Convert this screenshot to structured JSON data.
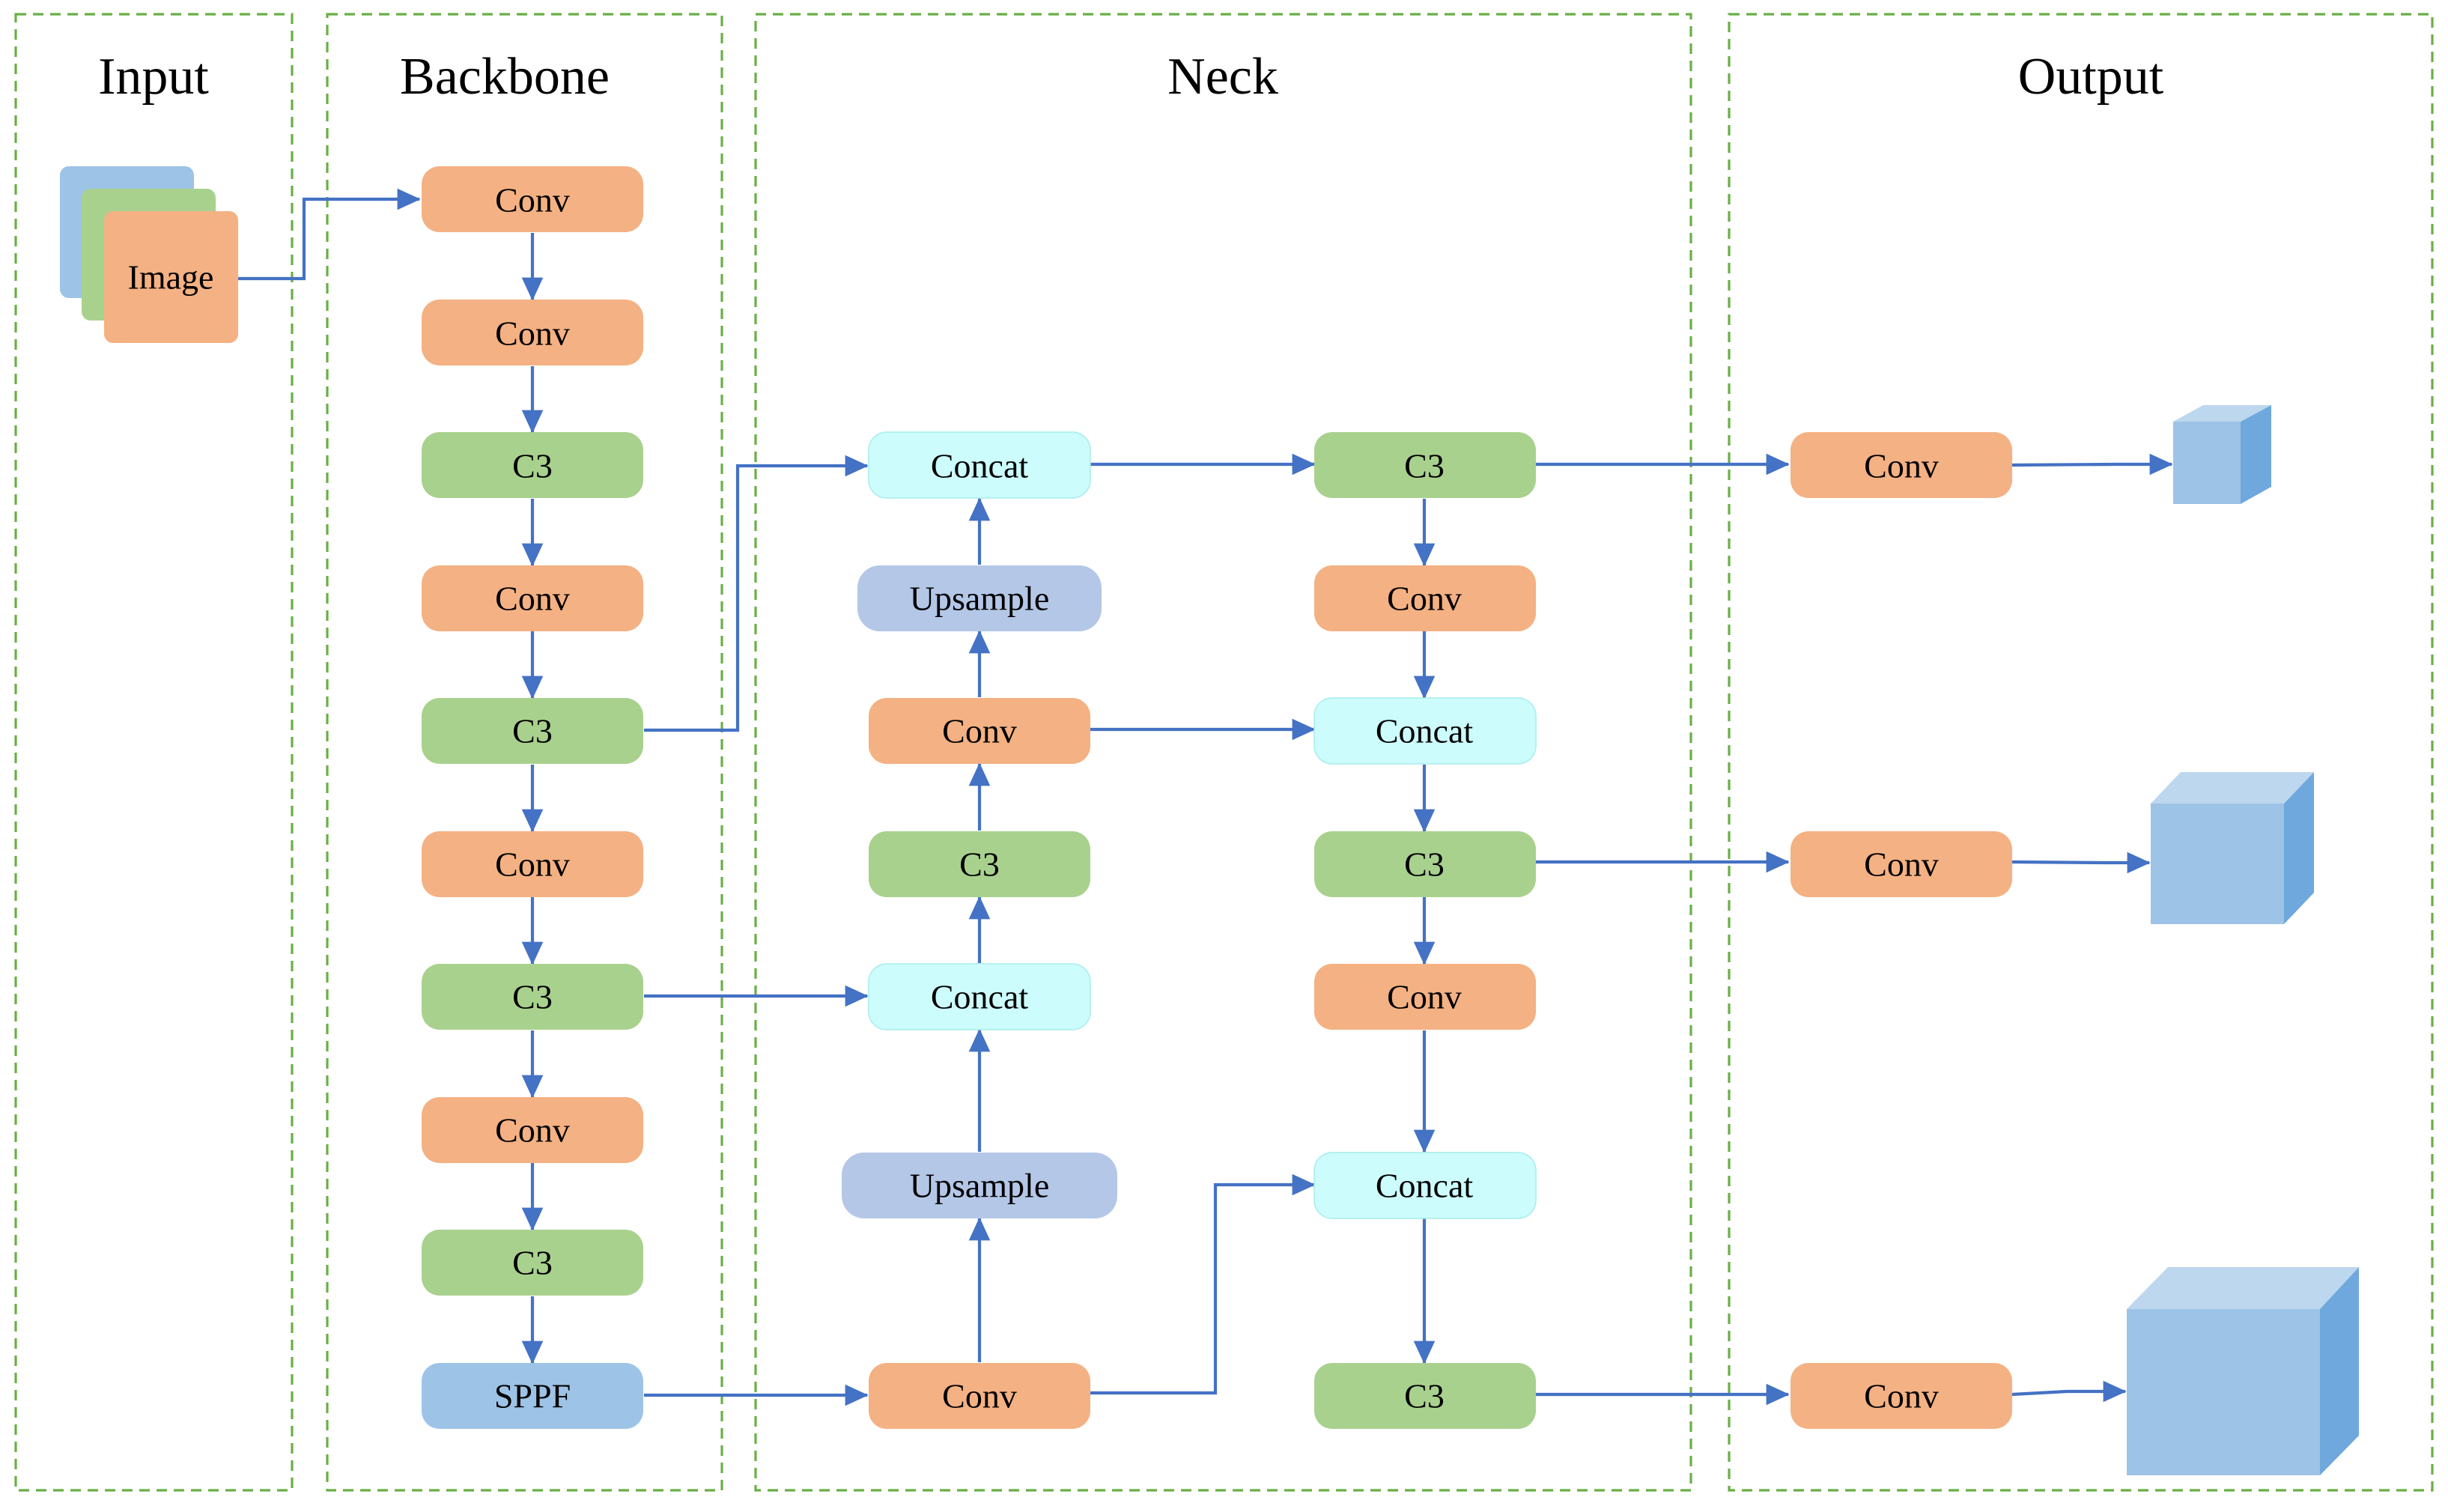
{
  "sections": {
    "input": "Input",
    "backbone": "Backbone",
    "neck": "Neck",
    "output": "Output"
  },
  "input_block": {
    "label": "Image"
  },
  "backbone": {
    "n1": "Conv",
    "n2": "Conv",
    "n3": "C3",
    "n4": "Conv",
    "n5": "C3",
    "n6": "Conv",
    "n7": "C3",
    "n8": "Conv",
    "n9": "C3",
    "n10": "SPPF"
  },
  "neck": {
    "concat_top": "Concat",
    "upsample_top": "Upsample",
    "conv_mid": "Conv",
    "c3_mid": "C3",
    "concat_mid": "Concat",
    "upsample_bottom": "Upsample",
    "conv_bottom": "Conv",
    "c3_top": "C3",
    "conv_r1": "Conv",
    "concat_r1": "Concat",
    "c3_r2": "C3",
    "conv_r2": "Conv",
    "concat_r2": "Concat",
    "c3_bottom": "C3"
  },
  "output": {
    "conv_small": "Conv",
    "conv_medium": "Conv",
    "conv_large": "Conv"
  },
  "colors": {
    "conv": "#f4b183",
    "c3": "#a9d18e",
    "concat": "#ccfcfc",
    "upsample": "#b4c7e7",
    "sppf": "#9dc3e6",
    "arrow": "#4472c4",
    "border": "#6aaf46",
    "cube_front": "#9dc3e6",
    "cube_top": "#bdd7ee",
    "cube_side": "#6fa8dc",
    "image_back": "#9dc3e6",
    "image_mid": "#a9d18e",
    "image_front": "#f4b183"
  }
}
